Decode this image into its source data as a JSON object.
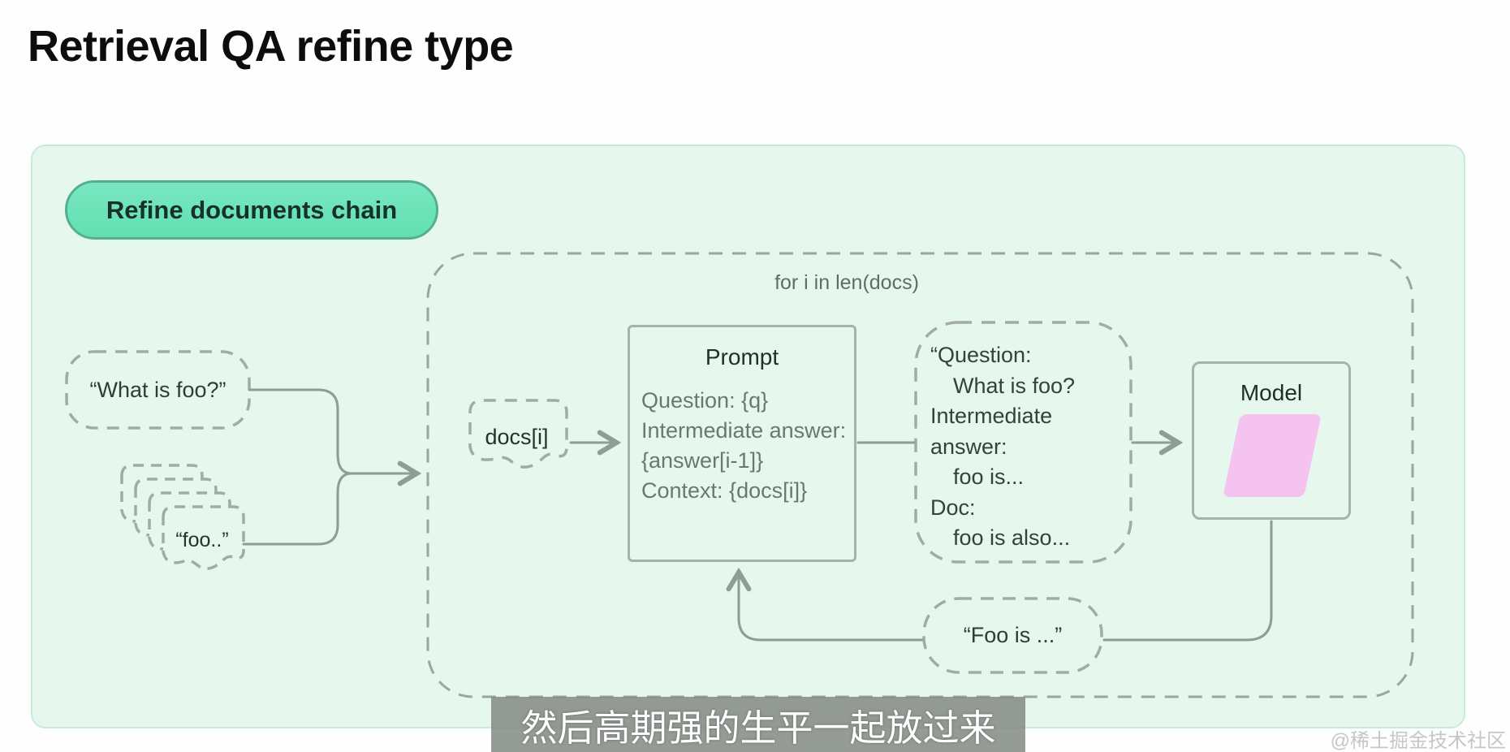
{
  "page": {
    "title": "Retrieval QA refine type"
  },
  "diagram": {
    "chain_label": "Refine documents chain",
    "loop_label": "for i in len(docs)",
    "question_bubble": "“What is foo?”",
    "docs_stack_label": "“foo..”",
    "doc_item_label": "docs[i]",
    "prompt": {
      "title": "Prompt",
      "lines": [
        "Question: {q}",
        "Intermediate answer:",
        "{answer[i-1]}",
        "Context: {docs[i]}"
      ]
    },
    "response_bubble": {
      "lines": [
        "“Question:",
        "What is foo?",
        "Intermediate",
        "answer:",
        "foo is...",
        "Doc:",
        "foo is also..."
      ]
    },
    "model": {
      "title": "Model"
    },
    "output_bubble": "“Foo is ...”",
    "colors": {
      "container_fill": "#e6f7ee",
      "container_border": "#c6ebd9",
      "pill_fill": "#62dfb2",
      "pill_border": "#55ae90",
      "dashed_stroke": "#9fa8a3",
      "connector_stroke": "#8e9e97",
      "box_border": "#a7b2ad",
      "model_parallelogram": "#f5c3f0"
    }
  },
  "subtitle": {
    "text": "然后高期强的生平一起放过来"
  },
  "watermark": {
    "text": "@稀土掘金技术社区"
  }
}
